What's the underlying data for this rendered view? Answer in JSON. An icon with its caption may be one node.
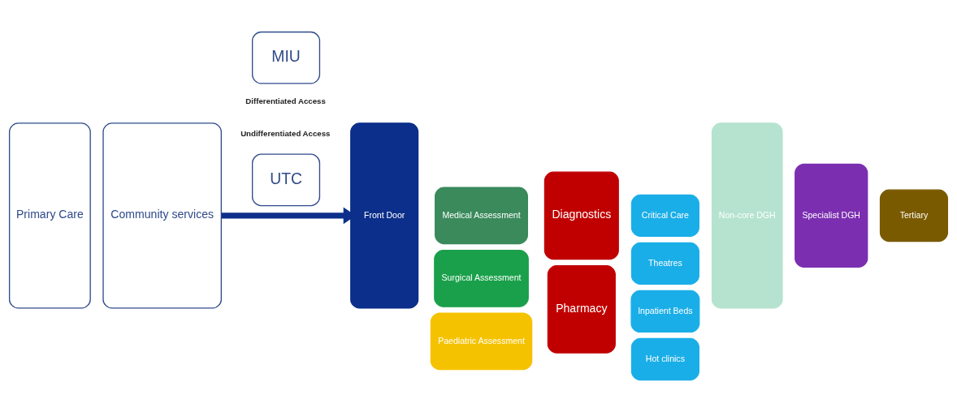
{
  "diagram": {
    "nodes": [
      {
        "text": [
          "Primary Care"
        ]
      },
      {
        "text": [
          "Community services"
        ]
      },
      {
        "text": [
          "MIU"
        ]
      },
      {
        "text": [
          "UTC"
        ]
      },
      {
        "text": [
          "Front Door"
        ]
      },
      {
        "text": [
          "Medical Assessment"
        ]
      },
      {
        "text": [
          "Surgical Assessment"
        ]
      },
      {
        "text": [
          "Paediatric Assessment"
        ]
      },
      {
        "text": [
          "Diagnostics"
        ]
      },
      {
        "text": [
          "Pharmacy"
        ]
      },
      {
        "text": [
          "Critical Care"
        ]
      },
      {
        "text": [
          "Theatres"
        ]
      },
      {
        "text": [
          "Inpatient Beds"
        ]
      },
      {
        "text": [
          "Hot clinics"
        ]
      },
      {
        "text": [
          "Non-core DGH"
        ]
      },
      {
        "text": [
          "Specialist DGH"
        ]
      },
      {
        "text": [
          "Tertiary"
        ]
      }
    ],
    "edges": [
      {
        "from": 1,
        "to": 4,
        "arrow": "to"
      }
    ],
    "labels": [
      "Differentiated Access",
      "Undifferentiated Access"
    ]
  }
}
